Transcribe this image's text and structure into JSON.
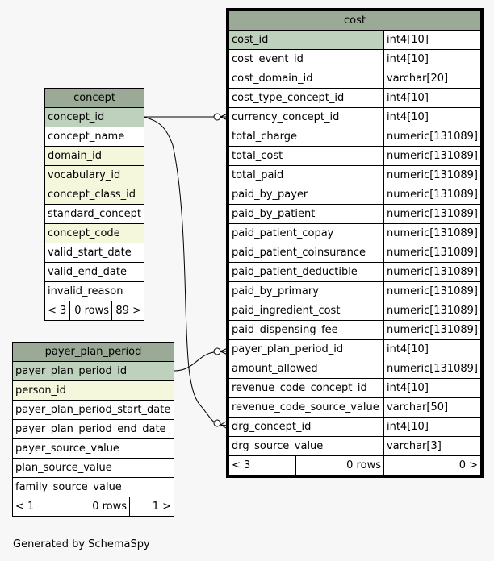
{
  "tables": {
    "cost": {
      "name": "cost",
      "columns": [
        {
          "name": "cost_id",
          "type": "int4[10]",
          "kind": "pk"
        },
        {
          "name": "cost_event_id",
          "type": "int4[10]"
        },
        {
          "name": "cost_domain_id",
          "type": "varchar[20]"
        },
        {
          "name": "cost_type_concept_id",
          "type": "int4[10]"
        },
        {
          "name": "currency_concept_id",
          "type": "int4[10]"
        },
        {
          "name": "total_charge",
          "type": "numeric[131089]"
        },
        {
          "name": "total_cost",
          "type": "numeric[131089]"
        },
        {
          "name": "total_paid",
          "type": "numeric[131089]"
        },
        {
          "name": "paid_by_payer",
          "type": "numeric[131089]"
        },
        {
          "name": "paid_by_patient",
          "type": "numeric[131089]"
        },
        {
          "name": "paid_patient_copay",
          "type": "numeric[131089]"
        },
        {
          "name": "paid_patient_coinsurance",
          "type": "numeric[131089]"
        },
        {
          "name": "paid_patient_deductible",
          "type": "numeric[131089]"
        },
        {
          "name": "paid_by_primary",
          "type": "numeric[131089]"
        },
        {
          "name": "paid_ingredient_cost",
          "type": "numeric[131089]"
        },
        {
          "name": "paid_dispensing_fee",
          "type": "numeric[131089]"
        },
        {
          "name": "payer_plan_period_id",
          "type": "int4[10]"
        },
        {
          "name": "amount_allowed",
          "type": "numeric[131089]"
        },
        {
          "name": "revenue_code_concept_id",
          "type": "int4[10]"
        },
        {
          "name": "revenue_code_source_value",
          "type": "varchar[50]"
        },
        {
          "name": "drg_concept_id",
          "type": "int4[10]"
        },
        {
          "name": "drg_source_value",
          "type": "varchar[3]"
        }
      ],
      "footer": {
        "parents": "< 3",
        "rows": "0 rows",
        "children": "0 >"
      }
    },
    "concept": {
      "name": "concept",
      "columns": [
        {
          "name": "concept_id",
          "kind": "pk"
        },
        {
          "name": "concept_name"
        },
        {
          "name": "domain_id",
          "kind": "fk"
        },
        {
          "name": "vocabulary_id",
          "kind": "fk"
        },
        {
          "name": "concept_class_id",
          "kind": "fk"
        },
        {
          "name": "standard_concept"
        },
        {
          "name": "concept_code",
          "kind": "fk"
        },
        {
          "name": "valid_start_date"
        },
        {
          "name": "valid_end_date"
        },
        {
          "name": "invalid_reason"
        }
      ],
      "footer": {
        "parents": "< 3",
        "rows": "0 rows",
        "children": "89 >"
      }
    },
    "payer_plan_period": {
      "name": "payer_plan_period",
      "columns": [
        {
          "name": "payer_plan_period_id",
          "kind": "pk"
        },
        {
          "name": "person_id",
          "kind": "fk"
        },
        {
          "name": "payer_plan_period_start_date"
        },
        {
          "name": "payer_plan_period_end_date"
        },
        {
          "name": "payer_source_value"
        },
        {
          "name": "plan_source_value"
        },
        {
          "name": "family_source_value"
        }
      ],
      "footer": {
        "parents": "< 1",
        "rows": "0 rows",
        "children": "1 >"
      }
    }
  },
  "generated_by": "Generated by SchemaSpy"
}
